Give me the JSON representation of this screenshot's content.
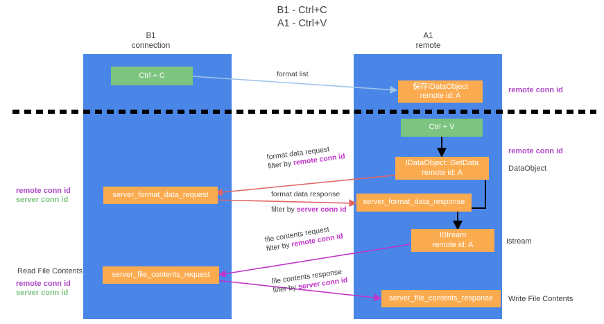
{
  "title": "B1 - Ctrl+C\nA1 - Ctrl+V",
  "columns": [
    {
      "name": "B1",
      "sub": "connection"
    },
    {
      "name": "A1",
      "sub": "remote"
    }
  ],
  "colors": {
    "lane": "#4a86e8",
    "box_green": "#7cc47f",
    "box_orange": "#fbab4f",
    "remote_conn_id": "#b048c8",
    "server_conn_id": "#7cc47f",
    "arrow_format_list": "#9fc5e8",
    "arrow_ctrlv": "#000000",
    "arrow_format_data": "#e06666",
    "arrow_file_contents": "#c035c8",
    "divider": "#000000",
    "text": "#3c4043"
  },
  "boxes": {
    "ctrl_c": {
      "line1": "Ctrl + C",
      "line2": ""
    },
    "save_idataobject": {
      "line1": "保存IDataObject",
      "line2": "remote id: A"
    },
    "ctrl_v": {
      "line1": "Ctrl + V",
      "line2": ""
    },
    "getdata": {
      "line1": "IDataObject::GetData",
      "line2": "remote id: A"
    },
    "server_format_data_request": {
      "line1": "server_format_data_request",
      "line2": ""
    },
    "server_format_data_response": {
      "line1": "server_format_data_response",
      "line2": ""
    },
    "istream": {
      "line1": "IStream",
      "line2": "remote id: A"
    },
    "server_file_contents_request": {
      "line1": "server_file_contents_request",
      "line2": ""
    },
    "server_file_contents_response": {
      "line1": "server_file_contents_response",
      "line2": ""
    }
  },
  "flow_labels": {
    "format_list": {
      "line1": "format list",
      "line2_prefix": "",
      "line2_em": ""
    },
    "format_data_request": {
      "line1": "format data request",
      "line2_prefix": "filter by ",
      "line2_em": "remote conn id"
    },
    "format_data_response": {
      "line1": "format data response",
      "line2_prefix": "filter by ",
      "line2_em": "server conn id"
    },
    "file_contents_request": {
      "line1": "file contents request",
      "line2_prefix": "filter by ",
      "line2_em": "remote conn id"
    },
    "file_contents_response": {
      "line1": "file contents response",
      "line2_prefix": "filter by ",
      "line2_em": "server conn id"
    }
  },
  "right_labels": {
    "remote_conn_id_top": "remote conn id",
    "remote_conn_id_mid": "remote conn id",
    "data_object": "DataObject",
    "istream": "Istream",
    "write_file_contents": "Write File Contents"
  },
  "left_labels": {
    "remote_conn_id_mid": "remote conn id",
    "server_conn_id_mid": "server conn id",
    "read_file_contents": "Read File Contents",
    "remote_conn_id_bottom": "remote conn id",
    "server_conn_id_bottom": "server conn id"
  }
}
